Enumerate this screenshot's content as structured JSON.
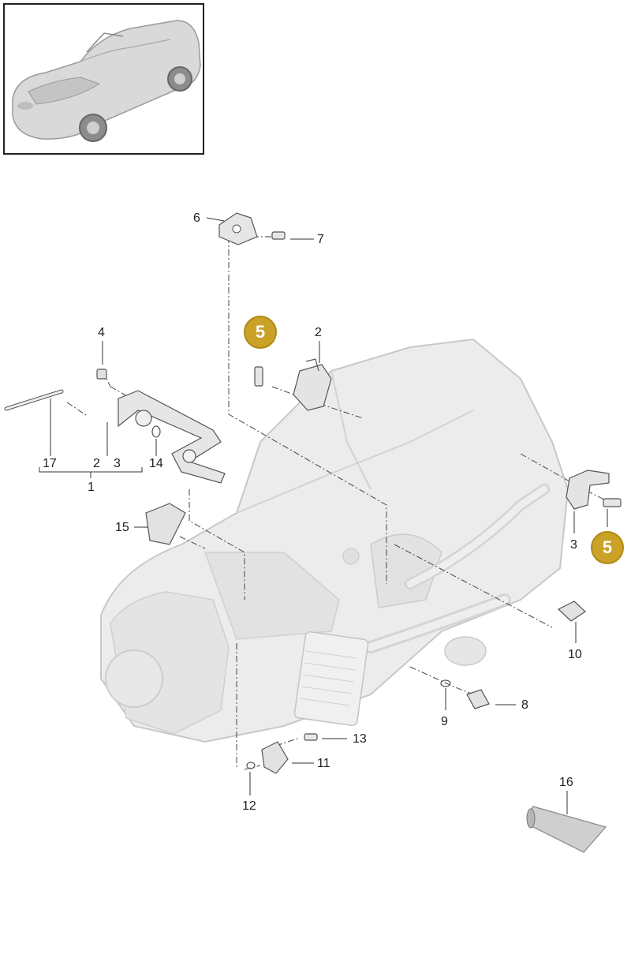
{
  "callouts": {
    "c1": "1",
    "c2a": "2",
    "c2b": "2",
    "c3a": "3",
    "c3b": "3",
    "c4": "4",
    "c6": "6",
    "c7": "7",
    "c8": "8",
    "c9": "9",
    "c10": "10",
    "c11": "11",
    "c12": "12",
    "c13": "13",
    "c14": "14",
    "c15": "15",
    "c16": "16",
    "c17": "17"
  },
  "badges": {
    "b1": "5",
    "b2": "5"
  },
  "colors": {
    "badge_fill": "#c9a227",
    "line": "#333333",
    "part": "#e6e6e6"
  }
}
